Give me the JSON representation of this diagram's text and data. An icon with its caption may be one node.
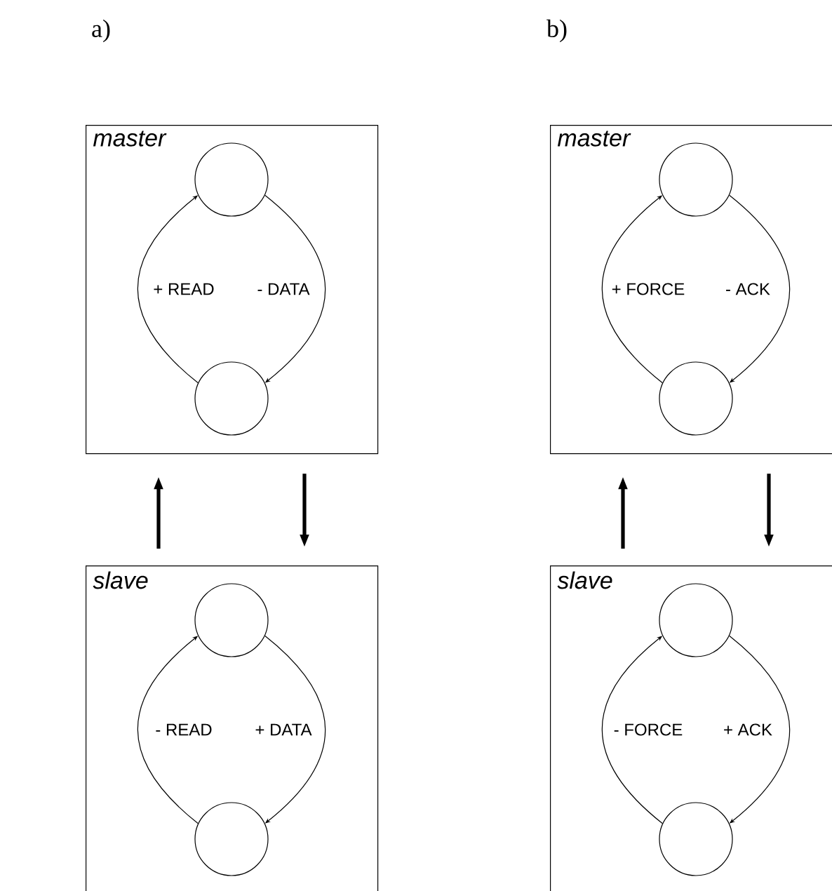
{
  "diagram": {
    "nodes": [
      {
        "text": [
          "master"
        ]
      },
      {
        "text": [],
        "shape": "circle",
        "in": 0
      },
      {
        "text": [],
        "shape": "circle",
        "in": 0
      },
      {
        "text": [
          "slave"
        ]
      },
      {
        "text": [],
        "shape": "circle",
        "in": 3
      },
      {
        "text": [],
        "shape": "circle",
        "in": 3
      },
      {
        "text": [
          "master"
        ]
      },
      {
        "text": [],
        "shape": "circle",
        "in": 6
      },
      {
        "text": [],
        "shape": "circle",
        "in": 6
      },
      {
        "text": [
          "slave"
        ]
      },
      {
        "text": [],
        "shape": "circle",
        "in": 9
      },
      {
        "text": [],
        "shape": "circle",
        "in": 9
      }
    ],
    "edges": [
      {
        "from": 2,
        "to": 1,
        "arrow": "to",
        "label": "+ READ"
      },
      {
        "from": 1,
        "to": 2,
        "arrow": "to",
        "label": "- DATA"
      },
      {
        "from": 5,
        "to": 4,
        "arrow": "to",
        "label": "- READ"
      },
      {
        "from": 4,
        "to": 5,
        "arrow": "to",
        "label": "+ DATA"
      },
      {
        "from": 3,
        "to": 0,
        "arrow": "to",
        "style": "thick"
      },
      {
        "from": 0,
        "to": 3,
        "arrow": "to",
        "style": "thick"
      },
      {
        "from": 8,
        "to": 7,
        "arrow": "to",
        "label": "+ FORCE"
      },
      {
        "from": 7,
        "to": 8,
        "arrow": "to",
        "label": "- ACK"
      },
      {
        "from": 11,
        "to": 10,
        "arrow": "to",
        "label": "- FORCE"
      },
      {
        "from": 10,
        "to": 11,
        "arrow": "to",
        "label": "+ ACK"
      },
      {
        "from": 9,
        "to": 6,
        "arrow": "to",
        "style": "thick"
      },
      {
        "from": 6,
        "to": 9,
        "arrow": "to",
        "style": "thick"
      }
    ],
    "labels": [
      "a)",
      "b)"
    ]
  }
}
